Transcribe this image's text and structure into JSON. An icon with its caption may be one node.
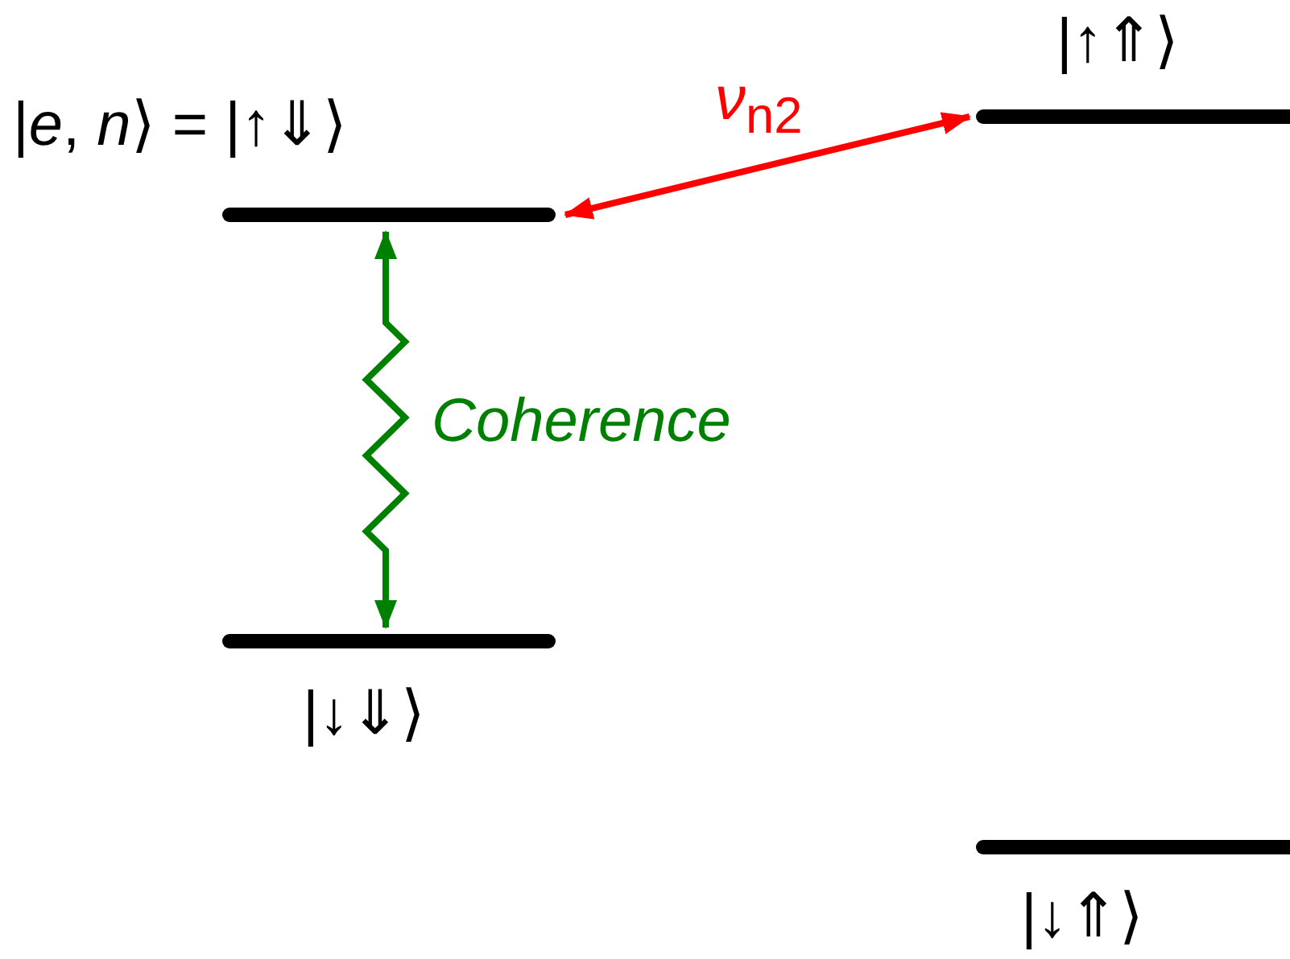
{
  "diagram": {
    "nodes": [
      {
        "text": [
          "|*e*, *n*⟩ = |↑⇓⟩"
        ]
      },
      {
        "text": [
          "|↑⇑⟩"
        ]
      },
      {
        "text": [
          "|↓⇓⟩"
        ]
      },
      {
        "text": [
          "|↓⇑⟩"
        ]
      }
    ],
    "edges": [
      {
        "from": 0,
        "to": 1,
        "arrow": "both",
        "label": "*ν*$_{n2}$",
        "color": "#ff0000"
      },
      {
        "from": 0,
        "to": 2,
        "arrow": "both",
        "label": "Coherence",
        "color": "#008000"
      }
    ]
  }
}
